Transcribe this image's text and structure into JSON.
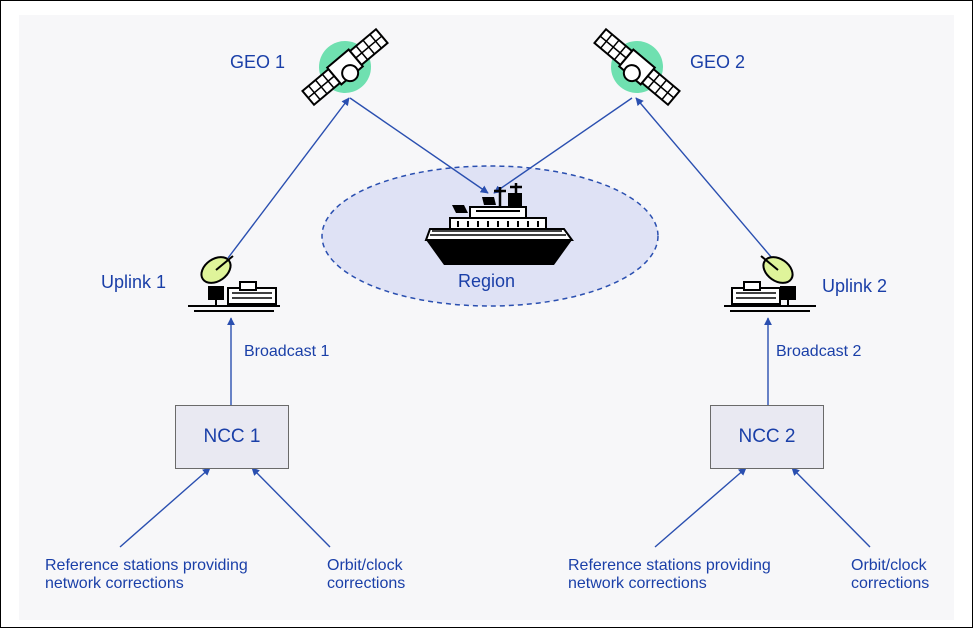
{
  "nodes": {
    "geo1": "GEO 1",
    "geo2": "GEO 2",
    "region": "Region",
    "uplink1": "Uplink 1",
    "uplink2": "Uplink 2",
    "broadcast1": "Broadcast 1",
    "broadcast2": "Broadcast 2",
    "ncc1": "NCC 1",
    "ncc2": "NCC 2"
  },
  "inputs_left": {
    "reference_line1": "Reference stations providing",
    "reference_line2": "network corrections",
    "orbit_line1": "Orbit/clock",
    "orbit_line2": "corrections"
  },
  "inputs_right": {
    "reference_line1": "Reference stations providing",
    "reference_line2": "network corrections",
    "orbit_line1": "Orbit/clock",
    "orbit_line2": "corrections"
  },
  "colors": {
    "text": "#1a3fa8",
    "arrow": "#2a4fb0",
    "region_fill": "#dfe2f5",
    "satellite_glow": "#6fe0b0",
    "box_fill": "#e9e9f2"
  },
  "icons": {
    "satellite": "satellite-icon",
    "ship": "ship-icon",
    "uplink": "satellite-dish-icon"
  }
}
